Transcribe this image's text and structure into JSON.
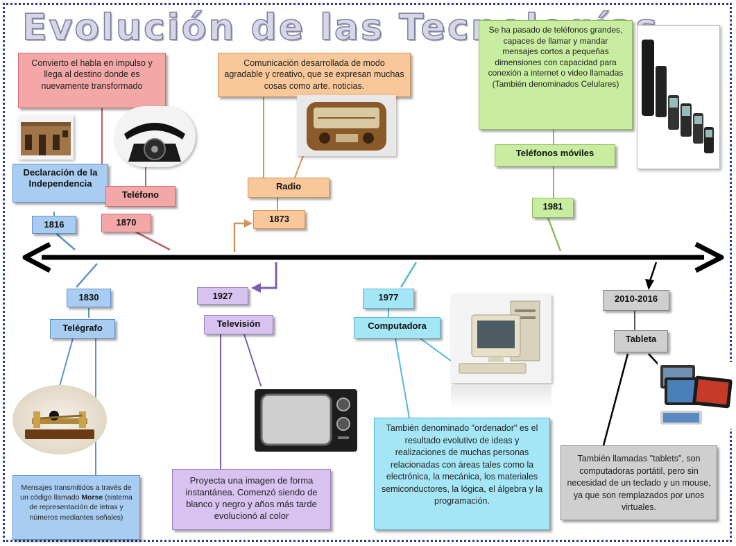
{
  "title": "Evolución de las Tecnologías",
  "events": [
    {
      "key": "independencia",
      "name": "Declaración de la Independencia",
      "year": "1816",
      "desc": ""
    },
    {
      "key": "telefono",
      "name": "Teléfono",
      "year": "1870",
      "desc": "Convierto el habla en impulso y llega al destino donde es nuevamente transformado"
    },
    {
      "key": "radio",
      "name": "Radio",
      "year": "1873",
      "desc": "Comunicación desarrollada de modo agradable y creativo, que se expresan muchas cosas como arte. noticias."
    },
    {
      "key": "moviles",
      "name": "Teléfonos móviles",
      "year": "1981",
      "desc": "Se ha pasado de teléfonos grandes, capaces de llamar y mandar mensajes cortos a pequeñas dimensiones con capacidad para conexión a internet o video llamadas (También denominados Celulares)"
    },
    {
      "key": "telegrafo",
      "name": "Telégrafo",
      "year": "1830",
      "desc_pre": "Mensajes transmitidos a través de un código llamado ",
      "desc_bold": "Morse",
      "desc_post": " (sistema de representación de letras y números mediantes señales)"
    },
    {
      "key": "television",
      "name": "Televisión",
      "year": "1927",
      "desc": "Proyecta una imagen de forma instantánea. Comenzó siendo de blanco y negro y años más tarde evolucionó al color"
    },
    {
      "key": "computadora",
      "name": "Computadora",
      "year": "1977",
      "desc": "También denominado \"ordenador\" es el resultado evolutivo de ideas y realizaciones de muchas personas relacionadas con áreas tales como la electrónica, la mecánica, los materiales semiconductores, la lógica, el álgebra y la programación."
    },
    {
      "key": "tableta",
      "name": "Tableta",
      "year": "2010-2016",
      "desc": "También llamadas \"tablets\", son computadoras portátil, pero sin necesidad de un teclado y un mouse, ya que son remplazados por unos virtuales."
    }
  ],
  "images": [
    {
      "key": "building",
      "icon": "building-icon"
    },
    {
      "key": "rotary_phone",
      "icon": "rotary-phone-icon"
    },
    {
      "key": "radio",
      "icon": "radio-icon"
    },
    {
      "key": "mobile_phones",
      "icon": "mobile-phones-icon"
    },
    {
      "key": "telegraph",
      "icon": "telegraph-key-icon"
    },
    {
      "key": "tv",
      "icon": "television-icon"
    },
    {
      "key": "computer",
      "icon": "computer-icon"
    },
    {
      "key": "tablets",
      "icon": "tablets-icon"
    }
  ],
  "colors": {
    "blue": "#a9cdf2",
    "blue_dark": "#6f9fd6",
    "red": "#f4a7a7",
    "red_dark": "#d46a6a",
    "orange": "#f8c79a",
    "orange_dark": "#d4935a",
    "green": "#c9eda0",
    "green_dark": "#8dbd5a",
    "purple": "#d7c2f0",
    "purple_dark": "#9d80c8",
    "cyan": "#a4e6f5",
    "cyan_dark": "#53b7d4",
    "gray": "#cfcfcf",
    "gray_dark": "#888888",
    "timeline": "#000000"
  }
}
